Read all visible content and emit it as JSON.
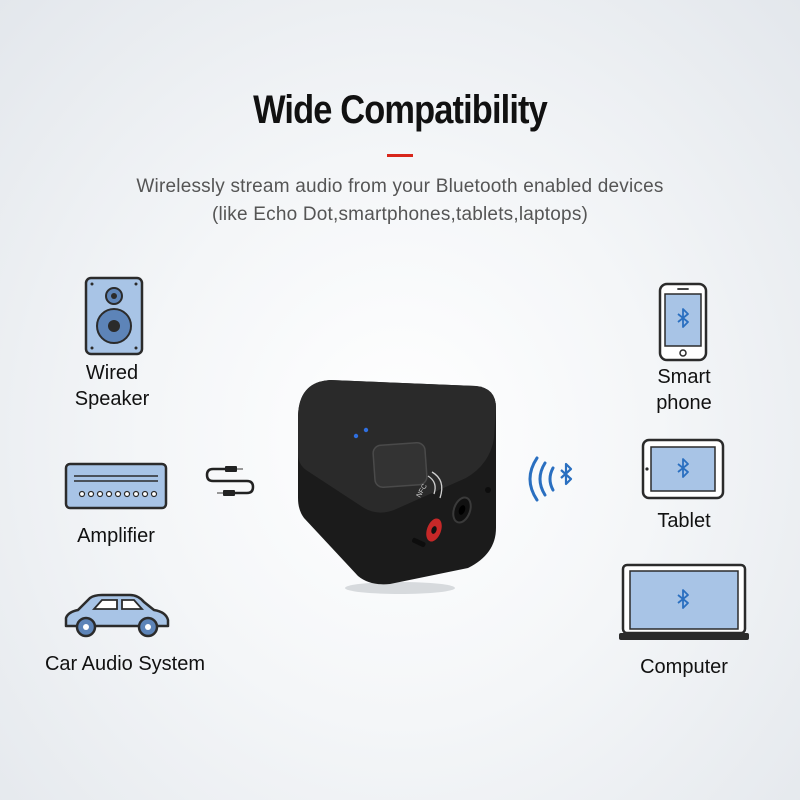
{
  "header": {
    "title": "Wide Compatibility",
    "subtitle_line1": "Wirelessly stream audio from your Bluetooth enabled devices",
    "subtitle_line2": "(like Echo Dot,smartphones,tablets,laptops)"
  },
  "outputs": [
    {
      "label_line1": "Wired",
      "label_line2": "Speaker",
      "icon": "speaker-icon"
    },
    {
      "label": "Amplifier",
      "icon": "amplifier-icon"
    },
    {
      "label": "Car Audio System",
      "icon": "car-icon"
    }
  ],
  "sources": [
    {
      "label_line1": "Smart",
      "label_line2": "phone",
      "icon": "smartphone-icon"
    },
    {
      "label": "Tablet",
      "icon": "tablet-icon"
    },
    {
      "label": "Computer",
      "icon": "laptop-icon"
    }
  ],
  "colors": {
    "accent": "#d8261b",
    "icon_fill": "#a8c4e6",
    "icon_blue": "#2a6fc0",
    "outline": "#2b2b2b"
  }
}
